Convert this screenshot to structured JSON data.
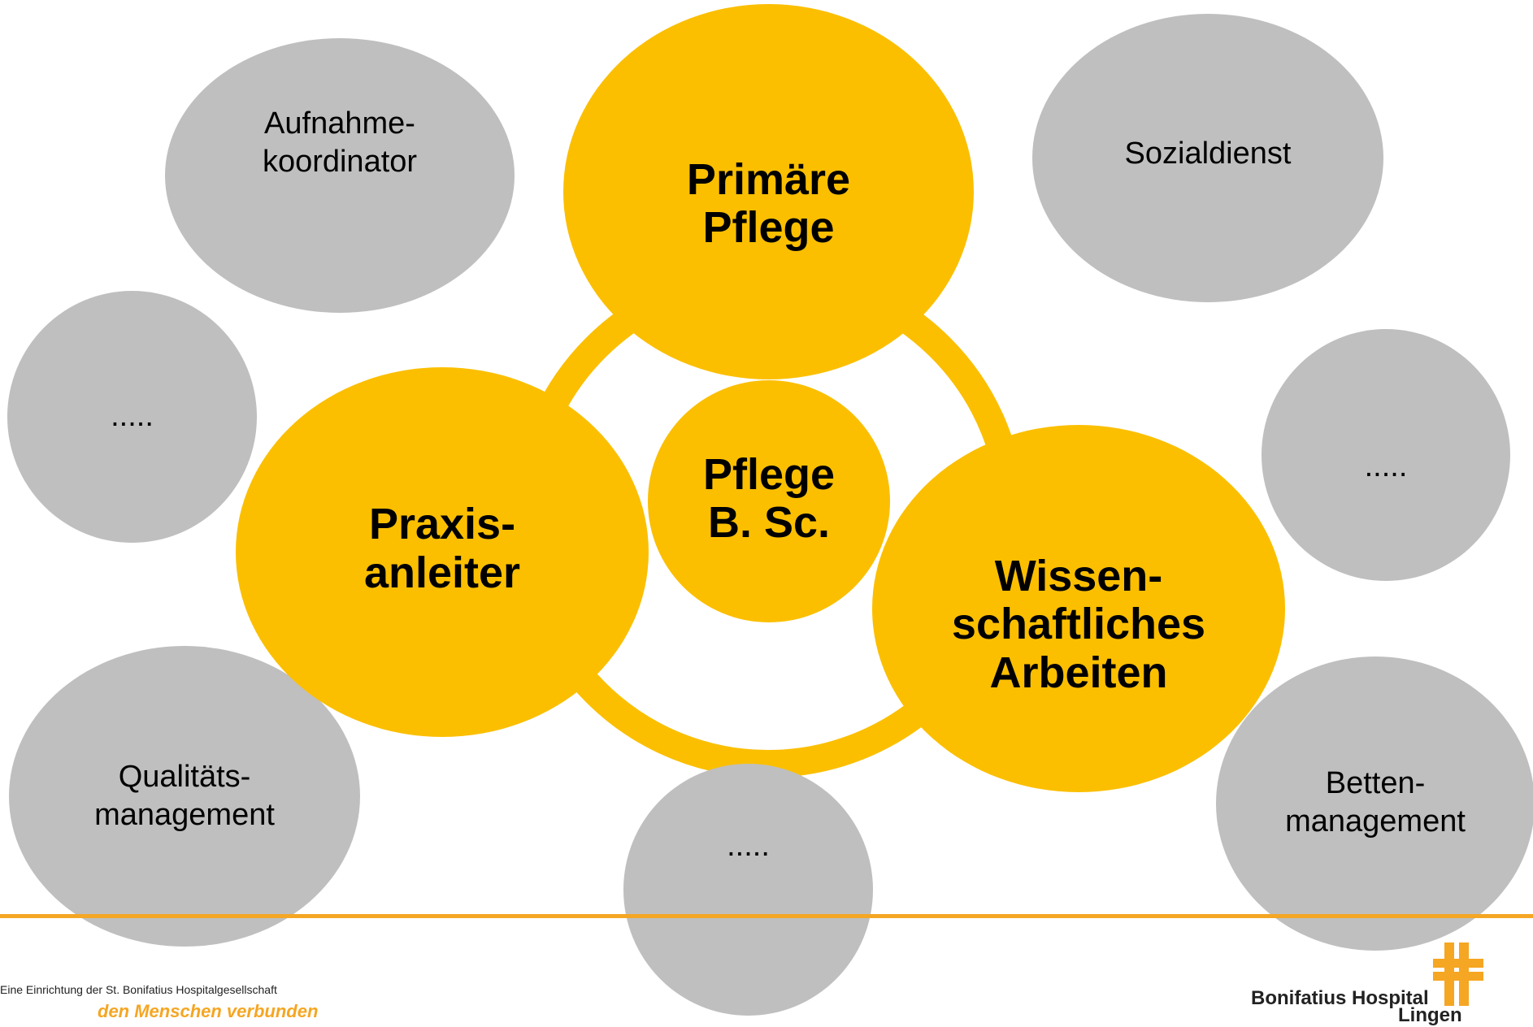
{
  "colors": {
    "gold": "#fbbf00",
    "gray": "#bfbfbf",
    "accent_line": "#f5a623"
  },
  "diagram": {
    "center": "Pflege\nB. Sc.",
    "main_nodes": {
      "primary_care": "Primäre\nPflege",
      "practice_instructor": "Praxis-\nanleiter",
      "scientific_work": "Wissen-\nschaftliches\nArbeiten"
    },
    "outer_nodes": {
      "admission": "Aufnahme-\nkoordinator",
      "social": "Sozialdienst",
      "left_more": ".....",
      "right_more": ".....",
      "quality": "Qualitäts-\nmanagement",
      "bottom_more": ".....",
      "bed": "Betten-\nmanagement"
    }
  },
  "footer": {
    "org_line": "Eine Einrichtung der St. Bonifatius Hospitalgesellschaft",
    "slogan": "den Menschen verbunden",
    "logo_name": "Bonifatius Hospital",
    "logo_city": "Lingen"
  }
}
